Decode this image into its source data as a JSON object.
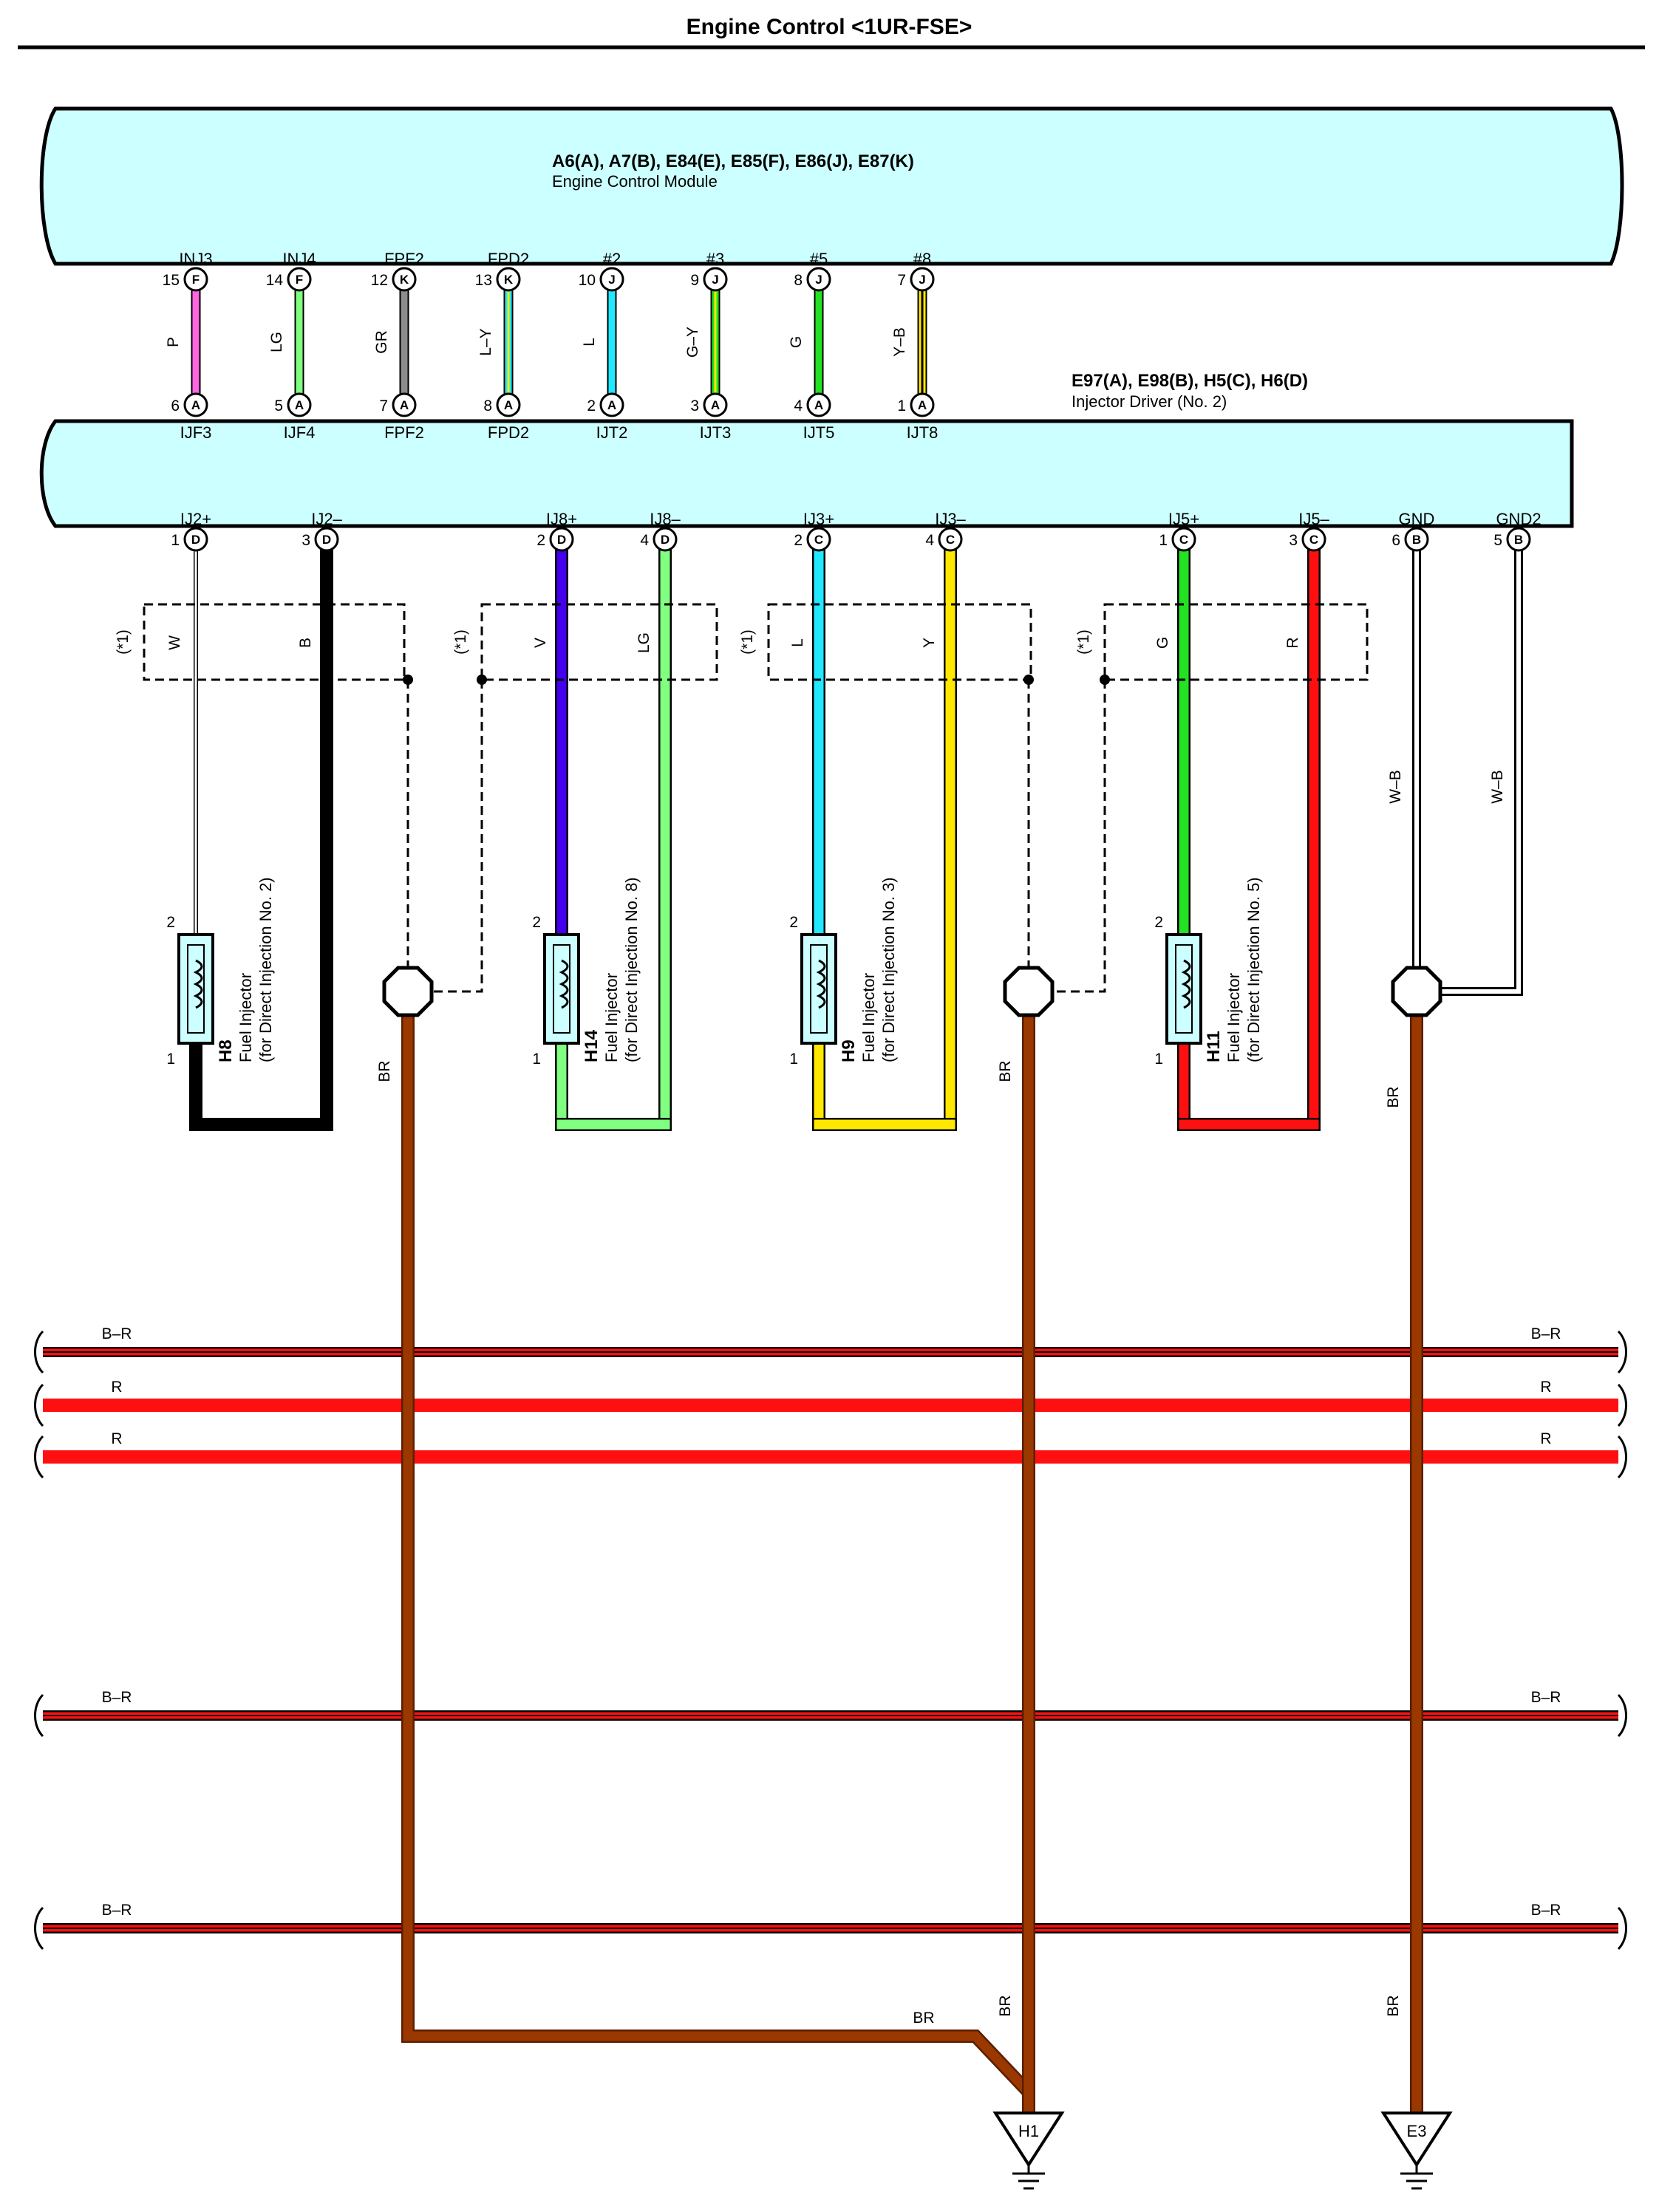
{
  "title": "Engine Control <1UR-FSE>",
  "ecm": {
    "connectors": "A6(A), A7(B), E84(E), E85(F), E86(J), E87(K)",
    "name": "Engine Control Module",
    "pins": [
      {
        "name": "INJ3",
        "num": "15",
        "letter": "F"
      },
      {
        "name": "INJ4",
        "num": "14",
        "letter": "F"
      },
      {
        "name": "FPF2",
        "num": "12",
        "letter": "K"
      },
      {
        "name": "FPD2",
        "num": "13",
        "letter": "K"
      },
      {
        "name": "#2",
        "num": "10",
        "letter": "J"
      },
      {
        "name": "#3",
        "num": "9",
        "letter": "J"
      },
      {
        "name": "#5",
        "num": "8",
        "letter": "J"
      },
      {
        "name": "#8",
        "num": "7",
        "letter": "J"
      }
    ]
  },
  "upper_wires": [
    {
      "code": "P",
      "color": "#ff66e0",
      "stripe": ""
    },
    {
      "code": "LG",
      "color": "#80ff80",
      "stripe": ""
    },
    {
      "code": "GR",
      "color": "#8c8c8c",
      "stripe": ""
    },
    {
      "code": "L–Y",
      "color": "#22e8ff",
      "stripe": "#ffe800"
    },
    {
      "code": "L",
      "color": "#22e8ff",
      "stripe": ""
    },
    {
      "code": "G–Y",
      "color": "#22e222",
      "stripe": "#ffe800"
    },
    {
      "code": "G",
      "color": "#22e222",
      "stripe": ""
    },
    {
      "code": "Y–B",
      "color": "#ffe800",
      "stripe": "#000000"
    }
  ],
  "driver": {
    "connectors": "E97(A), E98(B), H5(C), H6(D)",
    "name": "Injector Driver (No. 2)",
    "top_pins": [
      {
        "name": "IJF3",
        "num": "6",
        "letter": "A"
      },
      {
        "name": "IJF4",
        "num": "5",
        "letter": "A"
      },
      {
        "name": "FPF2",
        "num": "7",
        "letter": "A"
      },
      {
        "name": "FPD2",
        "num": "8",
        "letter": "A"
      },
      {
        "name": "IJT2",
        "num": "2",
        "letter": "A"
      },
      {
        "name": "IJT3",
        "num": "3",
        "letter": "A"
      },
      {
        "name": "IJT5",
        "num": "4",
        "letter": "A"
      },
      {
        "name": "IJT8",
        "num": "1",
        "letter": "A"
      }
    ],
    "bottom_pins": [
      {
        "name": "IJ2+",
        "num": "1",
        "letter": "D"
      },
      {
        "name": "IJ2–",
        "num": "3",
        "letter": "D"
      },
      {
        "name": "IJ8+",
        "num": "2",
        "letter": "D"
      },
      {
        "name": "IJ8–",
        "num": "4",
        "letter": "D"
      },
      {
        "name": "IJ3+",
        "num": "2",
        "letter": "C"
      },
      {
        "name": "IJ3–",
        "num": "4",
        "letter": "C"
      },
      {
        "name": "IJ5+",
        "num": "1",
        "letter": "C"
      },
      {
        "name": "IJ5–",
        "num": "3",
        "letter": "C"
      },
      {
        "name": "GND",
        "num": "6",
        "letter": "B"
      },
      {
        "name": "GND2",
        "num": "5",
        "letter": "B"
      }
    ]
  },
  "shield_note": "(*1)",
  "lower_wires": [
    {
      "code": "W",
      "color": "#ffffff"
    },
    {
      "code": "B",
      "color": "#000000"
    },
    {
      "code": "V",
      "color": "#4400ee"
    },
    {
      "code": "LG",
      "color": "#80ff80"
    },
    {
      "code": "L",
      "color": "#22e8ff"
    },
    {
      "code": "Y",
      "color": "#ffe800"
    },
    {
      "code": "G",
      "color": "#22e222"
    },
    {
      "code": "R",
      "color": "#ff1010"
    },
    {
      "code": "W–B",
      "color": "#ffffff"
    },
    {
      "code": "W–B",
      "color": "#ffffff"
    }
  ],
  "injectors": [
    {
      "id": "H8",
      "label": "Fuel Injector",
      "sub": "(for Direct Injection No. 2)",
      "pin_top": "2",
      "pin_bottom": "1"
    },
    {
      "id": "H14",
      "label": "Fuel Injector",
      "sub": "(for Direct Injection No. 8)",
      "pin_top": "2",
      "pin_bottom": "1"
    },
    {
      "id": "H9",
      "label": "Fuel Injector",
      "sub": "(for Direct Injection No. 3)",
      "pin_top": "2",
      "pin_bottom": "1"
    },
    {
      "id": "H11",
      "label": "Fuel Injector",
      "sub": "(for Direct Injection No. 5)",
      "pin_top": "2",
      "pin_bottom": "1"
    }
  ],
  "ground_wire": "BR",
  "ground_wire_color": "#9a3800",
  "pass_lines": [
    {
      "label": "B–R",
      "color": "#ff1010",
      "stripe": "#000000"
    },
    {
      "label": "R",
      "color": "#ff1010",
      "stripe": ""
    },
    {
      "label": "R",
      "color": "#ff1010",
      "stripe": ""
    },
    {
      "label": "B–R",
      "color": "#ff1010",
      "stripe": "#000000"
    },
    {
      "label": "B–R",
      "color": "#ff1010",
      "stripe": "#000000"
    }
  ],
  "ground_points": [
    "H1",
    "E3"
  ],
  "colors": {
    "module_fill": "#ccffff",
    "outline": "#000000"
  }
}
